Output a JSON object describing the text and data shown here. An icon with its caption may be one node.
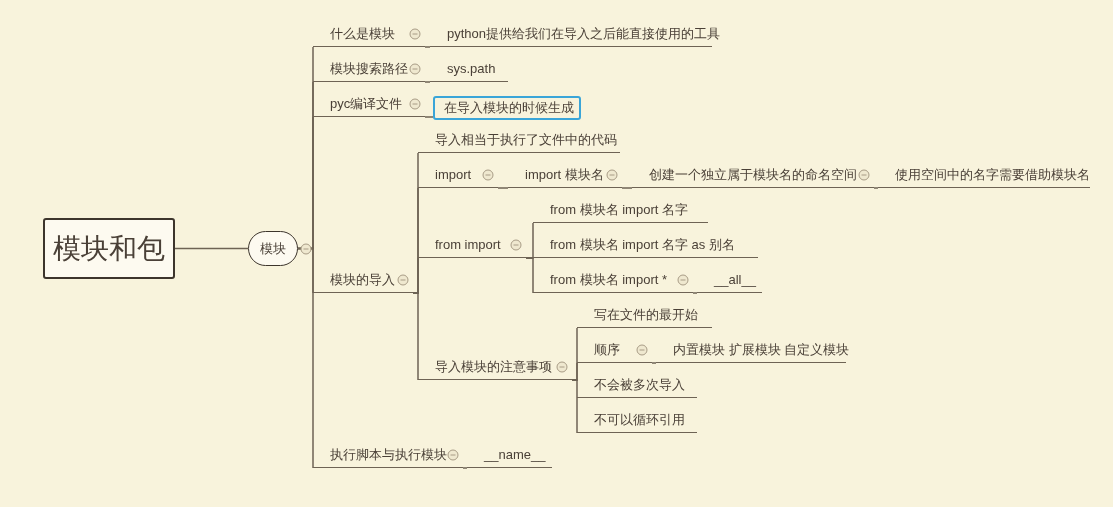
{
  "diagram": {
    "nodes": [
      {
        "text": [
          "模块和包"
        ]
      },
      {
        "text": [
          "模块"
        ]
      },
      {
        "text": [
          "什么是模块"
        ]
      },
      {
        "text": [
          "python提供给我们在导入之后能直接使用的工具"
        ]
      },
      {
        "text": [
          "模块搜索路径"
        ]
      },
      {
        "text": [
          "sys.path"
        ]
      },
      {
        "text": [
          "pyc编译文件"
        ]
      },
      {
        "text": [
          "在导入模块的时候生成"
        ]
      },
      {
        "text": [
          "模块的导入"
        ]
      },
      {
        "text": [
          "导入相当于执行了文件中的代码"
        ]
      },
      {
        "text": [
          "import"
        ]
      },
      {
        "text": [
          "import 模块名"
        ]
      },
      {
        "text": [
          "创建一个独立属于模块名的命名空间"
        ]
      },
      {
        "text": [
          "使用空间中的名字需要借助模块名"
        ]
      },
      {
        "text": [
          "from import"
        ]
      },
      {
        "text": [
          "from 模块名 import 名字"
        ]
      },
      {
        "text": [
          "from 模块名 import 名字 as 别名"
        ]
      },
      {
        "text": [
          "from 模块名 import *"
        ]
      },
      {
        "text": [
          "__all__"
        ]
      },
      {
        "text": [
          "导入模块的注意事项"
        ]
      },
      {
        "text": [
          "写在文件的最开始"
        ]
      },
      {
        "text": [
          "顺序"
        ]
      },
      {
        "text": [
          "内置模块 扩展模块 自定义模块"
        ]
      },
      {
        "text": [
          "不会被多次导入"
        ]
      },
      {
        "text": [
          "不可以循环引用"
        ]
      },
      {
        "text": [
          "执行脚本与执行模块"
        ]
      },
      {
        "text": [
          "__name__"
        ]
      }
    ],
    "edges": [
      {
        "from": 0,
        "to": 1,
        "arrow": "none"
      },
      {
        "from": 1,
        "to": 2,
        "arrow": "none"
      },
      {
        "from": 1,
        "to": 4,
        "arrow": "none"
      },
      {
        "from": 1,
        "to": 6,
        "arrow": "none"
      },
      {
        "from": 1,
        "to": 8,
        "arrow": "none"
      },
      {
        "from": 1,
        "to": 25,
        "arrow": "none"
      },
      {
        "from": 2,
        "to": 3,
        "arrow": "none"
      },
      {
        "from": 4,
        "to": 5,
        "arrow": "none"
      },
      {
        "from": 6,
        "to": 7,
        "arrow": "none"
      },
      {
        "from": 8,
        "to": 9,
        "arrow": "none"
      },
      {
        "from": 8,
        "to": 10,
        "arrow": "none"
      },
      {
        "from": 8,
        "to": 14,
        "arrow": "none"
      },
      {
        "from": 8,
        "to": 19,
        "arrow": "none"
      },
      {
        "from": 10,
        "to": 11,
        "arrow": "none"
      },
      {
        "from": 11,
        "to": 12,
        "arrow": "none"
      },
      {
        "from": 12,
        "to": 13,
        "arrow": "none"
      },
      {
        "from": 14,
        "to": 15,
        "arrow": "none"
      },
      {
        "from": 14,
        "to": 16,
        "arrow": "none"
      },
      {
        "from": 14,
        "to": 17,
        "arrow": "none"
      },
      {
        "from": 17,
        "to": 18,
        "arrow": "none"
      },
      {
        "from": 19,
        "to": 20,
        "arrow": "none"
      },
      {
        "from": 19,
        "to": 21,
        "arrow": "none"
      },
      {
        "from": 19,
        "to": 23,
        "arrow": "none"
      },
      {
        "from": 19,
        "to": 24,
        "arrow": "none"
      },
      {
        "from": 21,
        "to": 22,
        "arrow": "none"
      },
      {
        "from": 25,
        "to": 26,
        "arrow": "none"
      }
    ]
  }
}
